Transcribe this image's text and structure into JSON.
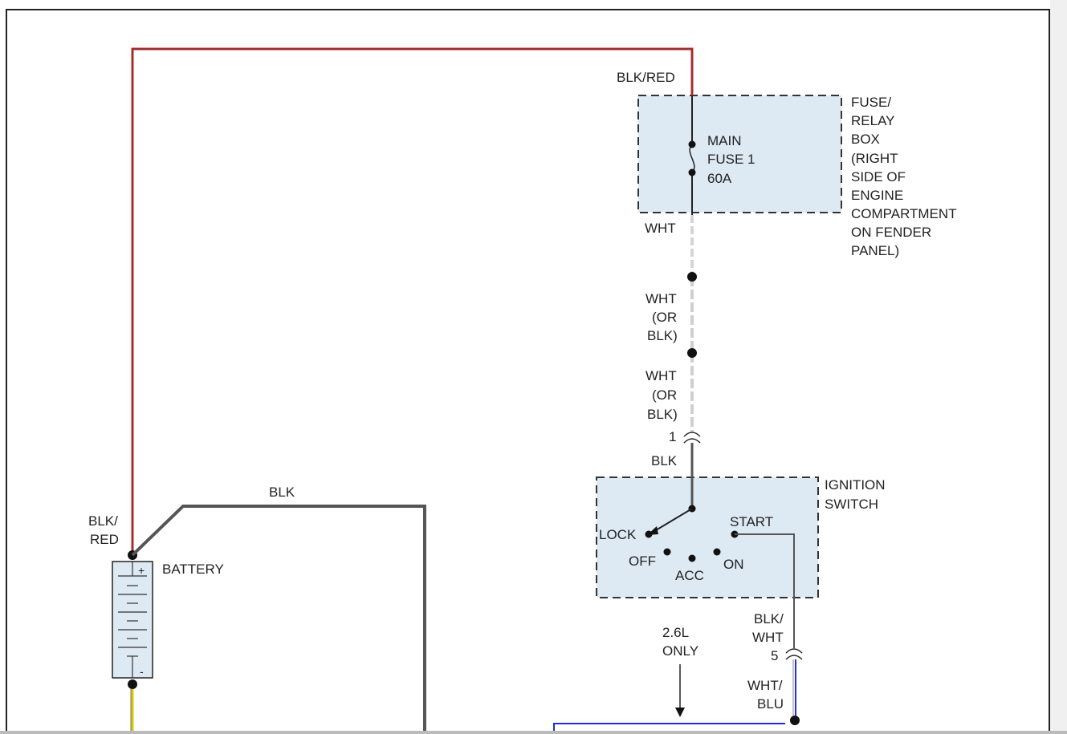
{
  "wires": {
    "battery_pos_top": "BLK/RED",
    "battery_pos_side": [
      "BLK/",
      "RED"
    ],
    "ground": "BLK",
    "fuse_out": "WHT",
    "seg1": [
      "WHT",
      "(OR",
      "BLK)"
    ],
    "seg2": [
      "WHT",
      "(OR",
      "BLK)"
    ],
    "switch_in": "BLK",
    "start_out": [
      "BLK/",
      "WHT"
    ],
    "start_low": [
      "WHT/",
      "BLU"
    ]
  },
  "connectors": {
    "c1": "1",
    "c5": "5"
  },
  "fuse_relay_box": {
    "label": [
      "FUSE/",
      "RELAY",
      "BOX",
      "(RIGHT",
      "SIDE OF",
      "ENGINE",
      "COMPARTMENT",
      "ON FENDER",
      "PANEL)"
    ],
    "fuse": [
      "MAIN",
      "FUSE 1",
      "60A"
    ]
  },
  "battery": {
    "label": "BATTERY",
    "pos": "+",
    "neg": "-"
  },
  "ignition_switch": {
    "label": [
      "IGNITION",
      "SWITCH"
    ],
    "positions": {
      "lock": "LOCK",
      "off": "OFF",
      "acc": "ACC",
      "on": "ON",
      "start": "START"
    }
  },
  "note": [
    "2.6L",
    "ONLY"
  ],
  "colors": {
    "red_wire": "#e02020",
    "blue_wire": "#2030d0",
    "yellow_wire": "#d8c800",
    "gray_wire": "#555555",
    "box_fill": "#dde9f3"
  }
}
